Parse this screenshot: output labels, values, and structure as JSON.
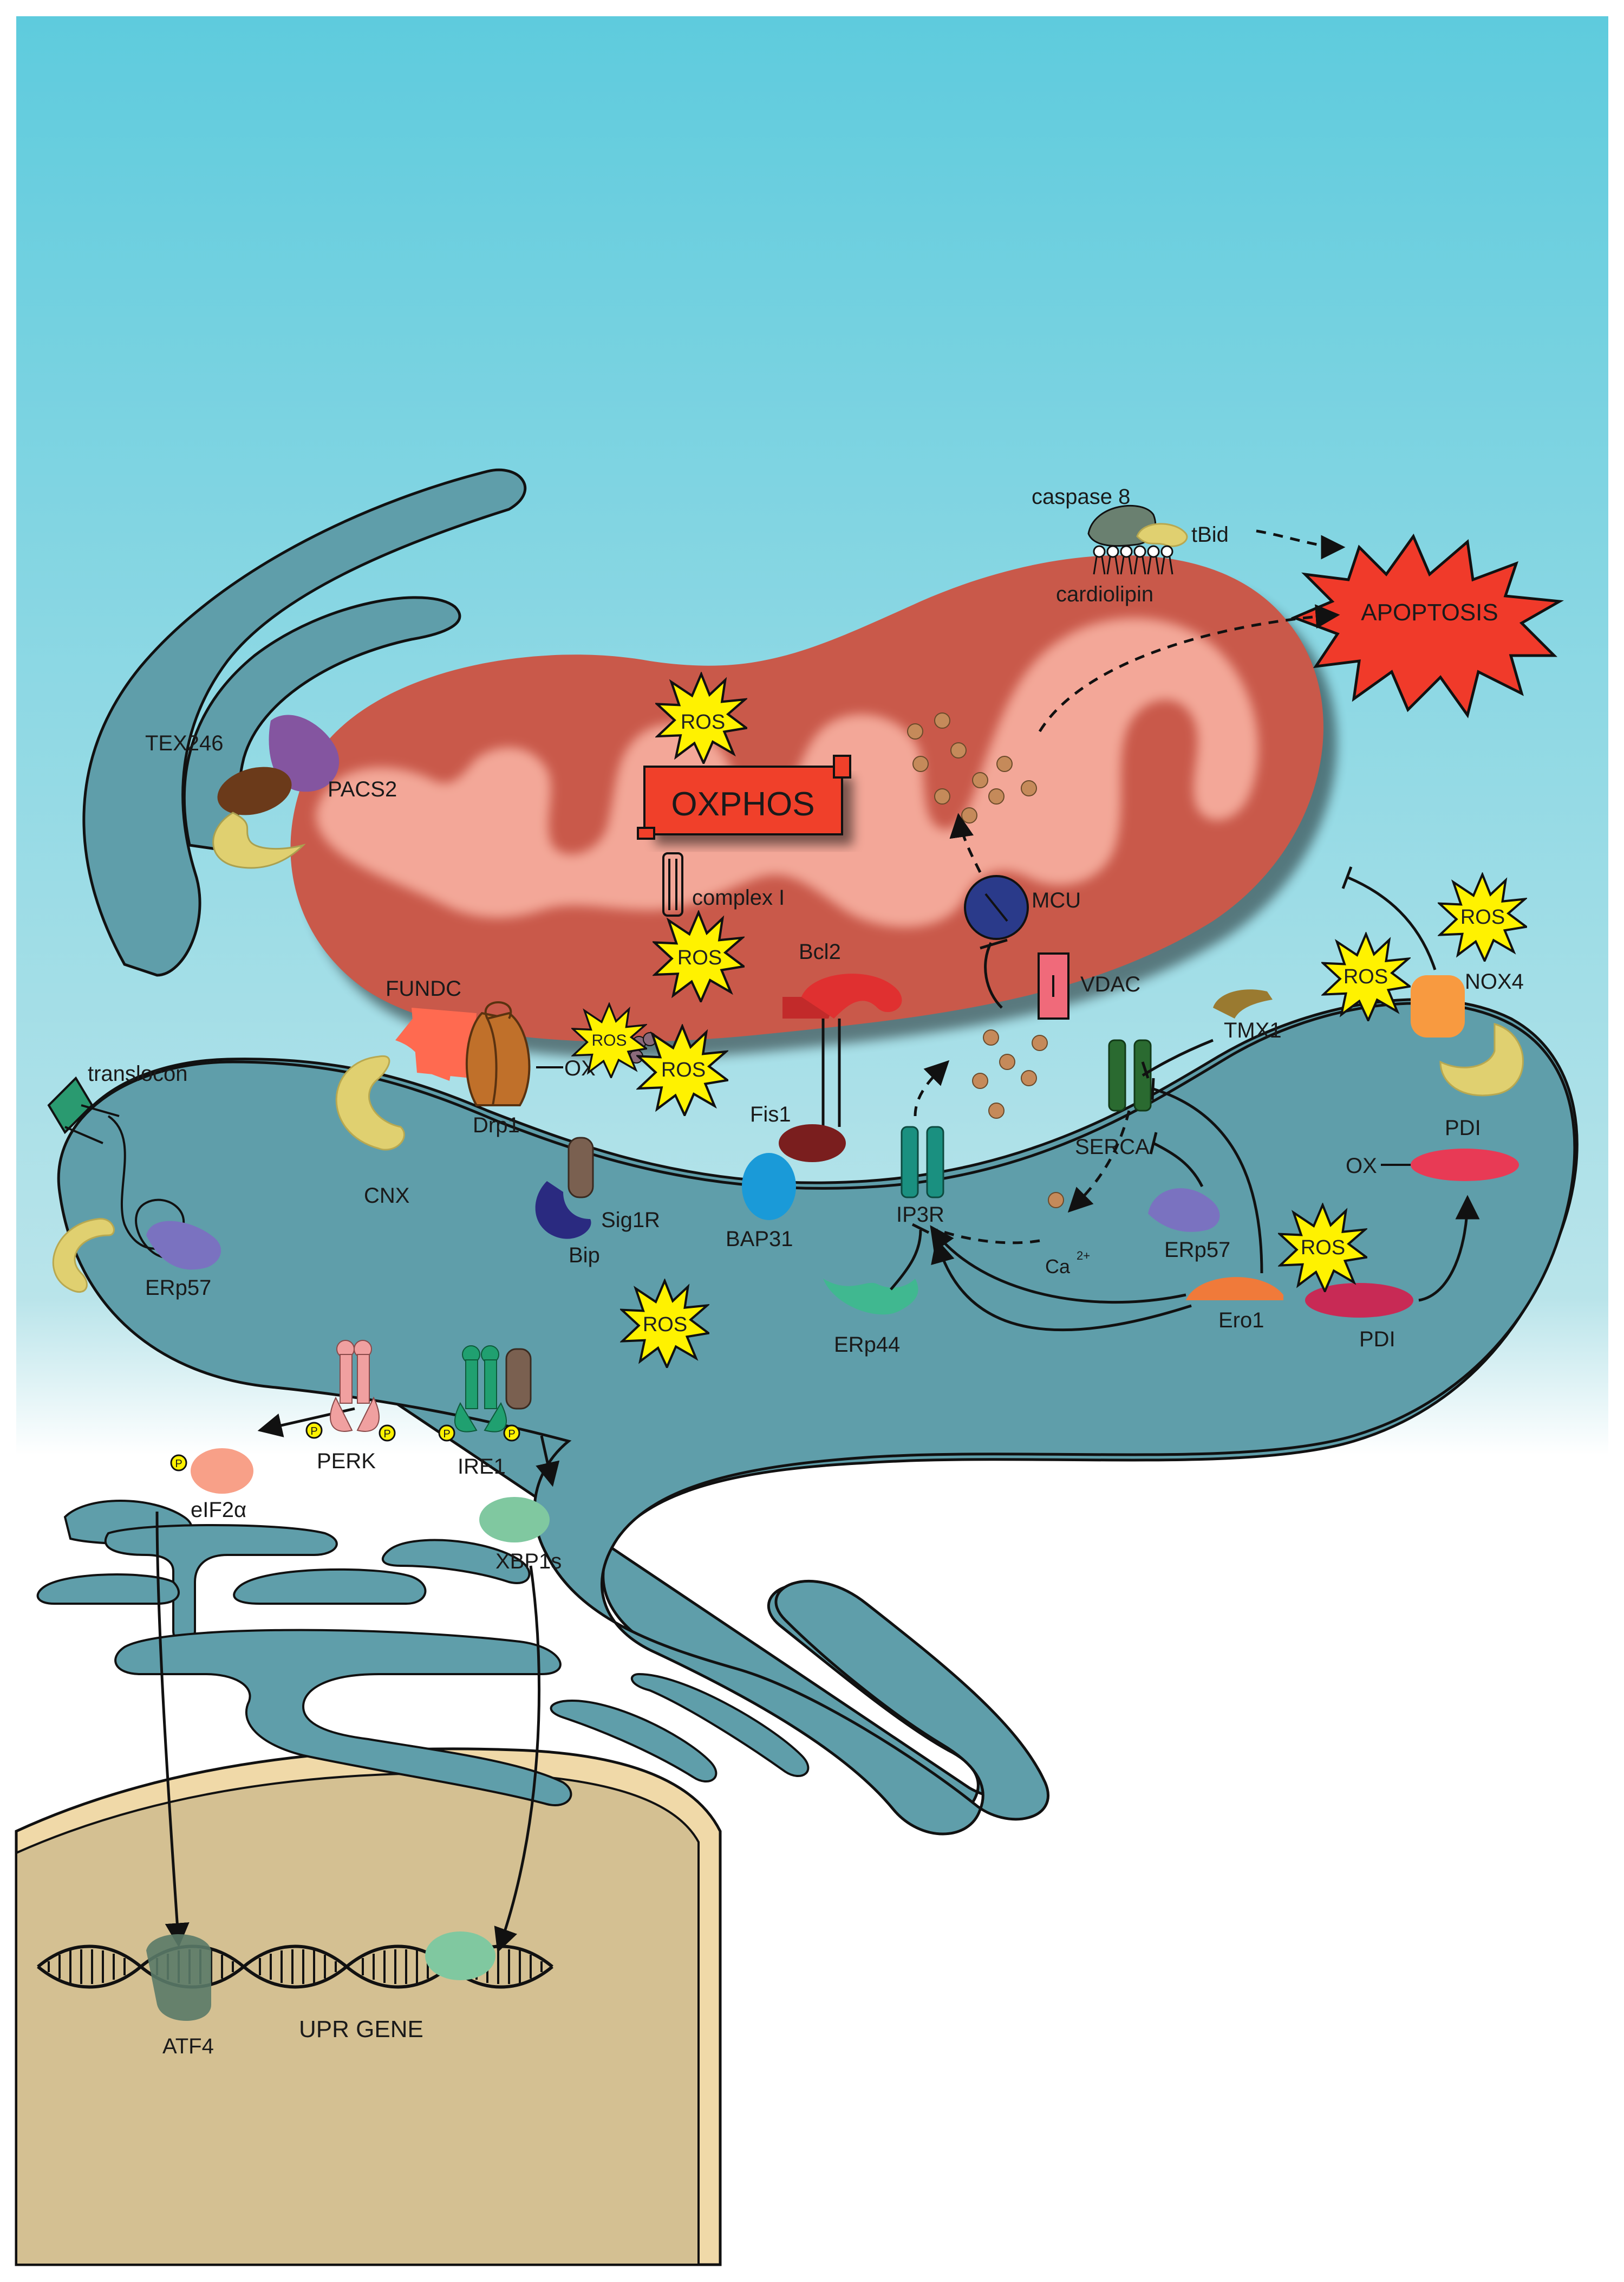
{
  "labels": {
    "tex246": "TEX246",
    "pacs2": "PACS2",
    "fundc": "FUNDC",
    "drp1": "Drp1",
    "cnx": "CNX",
    "ox1": "OX",
    "ox2": "OX",
    "translocon": "translocon",
    "erp57_left": "ERp57",
    "sig1r": "Sig1R",
    "bip": "Bip",
    "bap31": "BAP31",
    "fis1": "Fis1",
    "bcl2": "Bcl2",
    "ip3r": "IP3R",
    "erp44": "ERp44",
    "ca": "Ca",
    "ca_sup": "2+",
    "erp57_right": "ERp57",
    "ero1": "Ero1",
    "pdi_bottom": "PDI",
    "pdi_top": "PDI",
    "serca": "SERCA",
    "tmx1": "TMX1",
    "nox4": "NOX4",
    "vdac": "VDAC",
    "mcu": "MCU",
    "complex1": "complex I",
    "oxphos": "OXPHOS",
    "caspase8": "caspase 8",
    "tbid": "tBid",
    "cardiolipin": "cardiolipin",
    "apoptosis": "APOPTOSIS",
    "perk": "PERK",
    "ire1": "IRE1",
    "eif2a": "eIF2α",
    "xbp1s": "XBP1s",
    "atf4": "ATF4",
    "upr_gene": "UPR GENE",
    "p": "P"
  },
  "ros": {
    "top": "ROS",
    "upper_mid": "ROS",
    "small": "ROS",
    "lower_mid": "ROS",
    "er": "ROS",
    "ero1": "ROS",
    "nox4_left": "ROS",
    "nox4_right": "ROS"
  },
  "colors": {
    "bg_top": "#5ecbdd",
    "bg_bottom": "#ffffff",
    "er": "#5f9eaa",
    "mito_outer": "#c9594a",
    "mito_inner": "#f3a798",
    "nucleus": "#d4c092",
    "nucleus_rim": "#f0d9a8",
    "ros": "#fff200",
    "apoptosis": "#f03a2a",
    "oxphos": "#f0402a"
  }
}
